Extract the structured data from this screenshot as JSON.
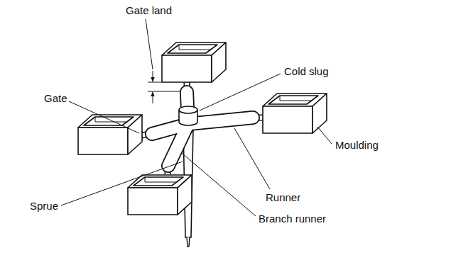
{
  "diagram": {
    "labels": [
      "Gate land",
      "Gate",
      "Cold slug",
      "Moulding",
      "Sprue",
      "Runner",
      "Branch runner"
    ]
  }
}
